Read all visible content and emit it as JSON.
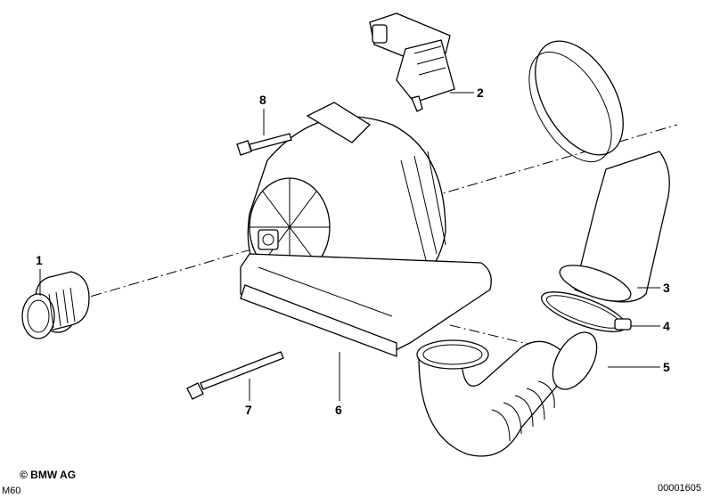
{
  "callouts": [
    "1",
    "2",
    "3",
    "4",
    "5",
    "6",
    "7",
    "8"
  ],
  "footer": {
    "copyright": "© BMW AG",
    "model": "M60",
    "diagram_number": "00001605"
  }
}
